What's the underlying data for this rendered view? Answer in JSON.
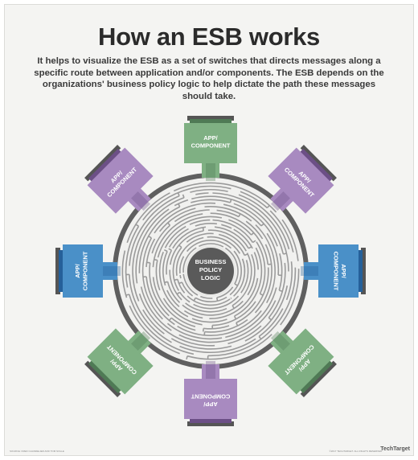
{
  "header": {
    "title": "How an ESB works",
    "subtitle": "It helps to visualize the ESB as a set of switches that directs messages along a specific route between application and/or components. The ESB depends on the organizations' business policy logic to help dictate the path these messages should take."
  },
  "diagram": {
    "center_label": [
      "BUSINESS",
      "POLICY",
      "LOGIC"
    ],
    "component_label": [
      "APP/",
      "COMPONENT"
    ],
    "colors": {
      "green": "#7fb083",
      "green_dark": "#4f7a55",
      "purple": "#a88ac0",
      "purple_dark": "#6c4f86",
      "blue": "#4a90c8",
      "blue_dark": "#25609a",
      "ring": "#5f5f5f",
      "maze": "#9a9a9a",
      "hub": "#5a5a5a"
    },
    "components": [
      {
        "id": "top",
        "color": "green"
      },
      {
        "id": "top-right",
        "color": "purple"
      },
      {
        "id": "right",
        "color": "blue"
      },
      {
        "id": "bottom-right",
        "color": "green"
      },
      {
        "id": "bottom",
        "color": "purple"
      },
      {
        "id": "bottom-left",
        "color": "green"
      },
      {
        "id": "left",
        "color": "blue"
      },
      {
        "id": "top-left",
        "color": "purple"
      }
    ]
  },
  "footer": {
    "source": "SOURCE: FRED CHANDELIER AND TOM NOLLE",
    "copyright": "©2017 TECHTARGET. ALL RIGHTS RESERVED.",
    "brand": "TechTarget"
  }
}
